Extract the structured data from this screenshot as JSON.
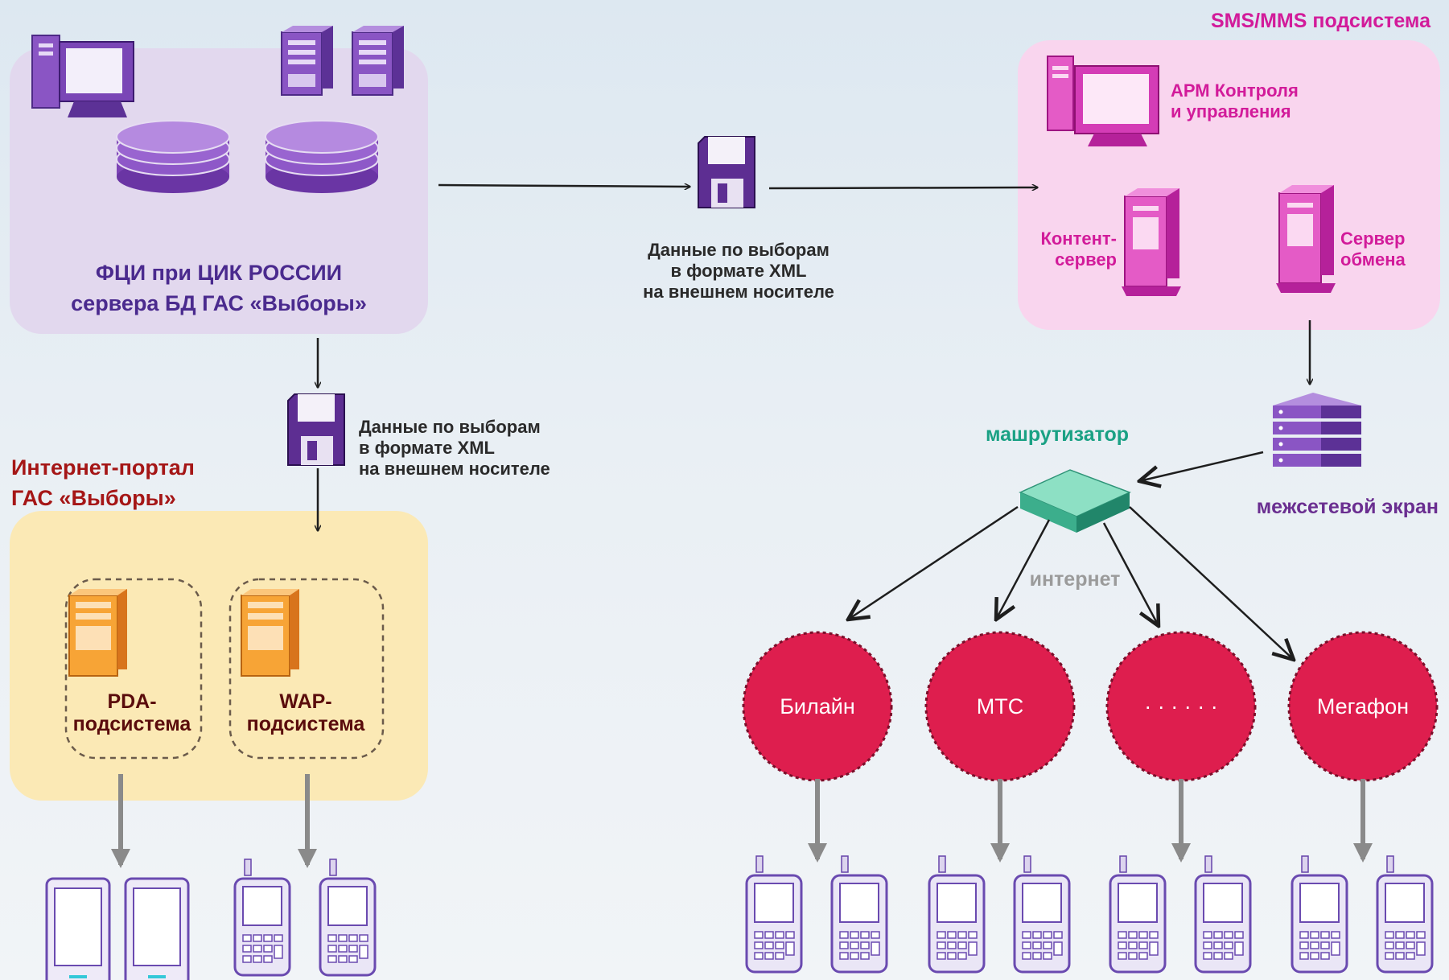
{
  "fci_block": {
    "title_line1": "ФЦИ при ЦИК РОССИИ",
    "title_line2": "сервера БД ГАС «Выборы»"
  },
  "transfer_right": {
    "line1": "Данные по выборам",
    "line2": "в формате XML",
    "line3": "на внешнем носителе"
  },
  "transfer_down": {
    "line1": "Данные по выборам",
    "line2": "в формате XML",
    "line3": "на внешнем носителе"
  },
  "sms_block": {
    "title": "SMS/MMS подсистема",
    "arm_line1": "АРМ Контроля",
    "arm_line2": "и управления",
    "content_line1": "Контент-",
    "content_line2": "сервер",
    "exchange_line1": "Сервер",
    "exchange_line2": "обмена"
  },
  "portal_block": {
    "title_line1": "Интернет-портал",
    "title_line2": "ГАС «Выборы»",
    "pda_line1": "PDA-",
    "pda_line2": "подсистема",
    "wap_line1": "WAP-",
    "wap_line2": "подсистема"
  },
  "network": {
    "firewall": "межсетевой экран",
    "router": "машрутизатор",
    "internet": "интернет"
  },
  "operators": [
    "Билайн",
    "МТС",
    "· · · · · ·",
    "Мегафон"
  ],
  "colors": {
    "fci_fill": "#e2d8ee",
    "sms_fill": "#f9d5ee",
    "portal_fill": "#fbe9b5",
    "operator": "#de1e4e",
    "purple_text": "#4a2a8e",
    "magenta": "#d21b9a",
    "router_text": "#1aa184",
    "portal_title": "#a51616",
    "firewall_text": "#6a2e90"
  }
}
